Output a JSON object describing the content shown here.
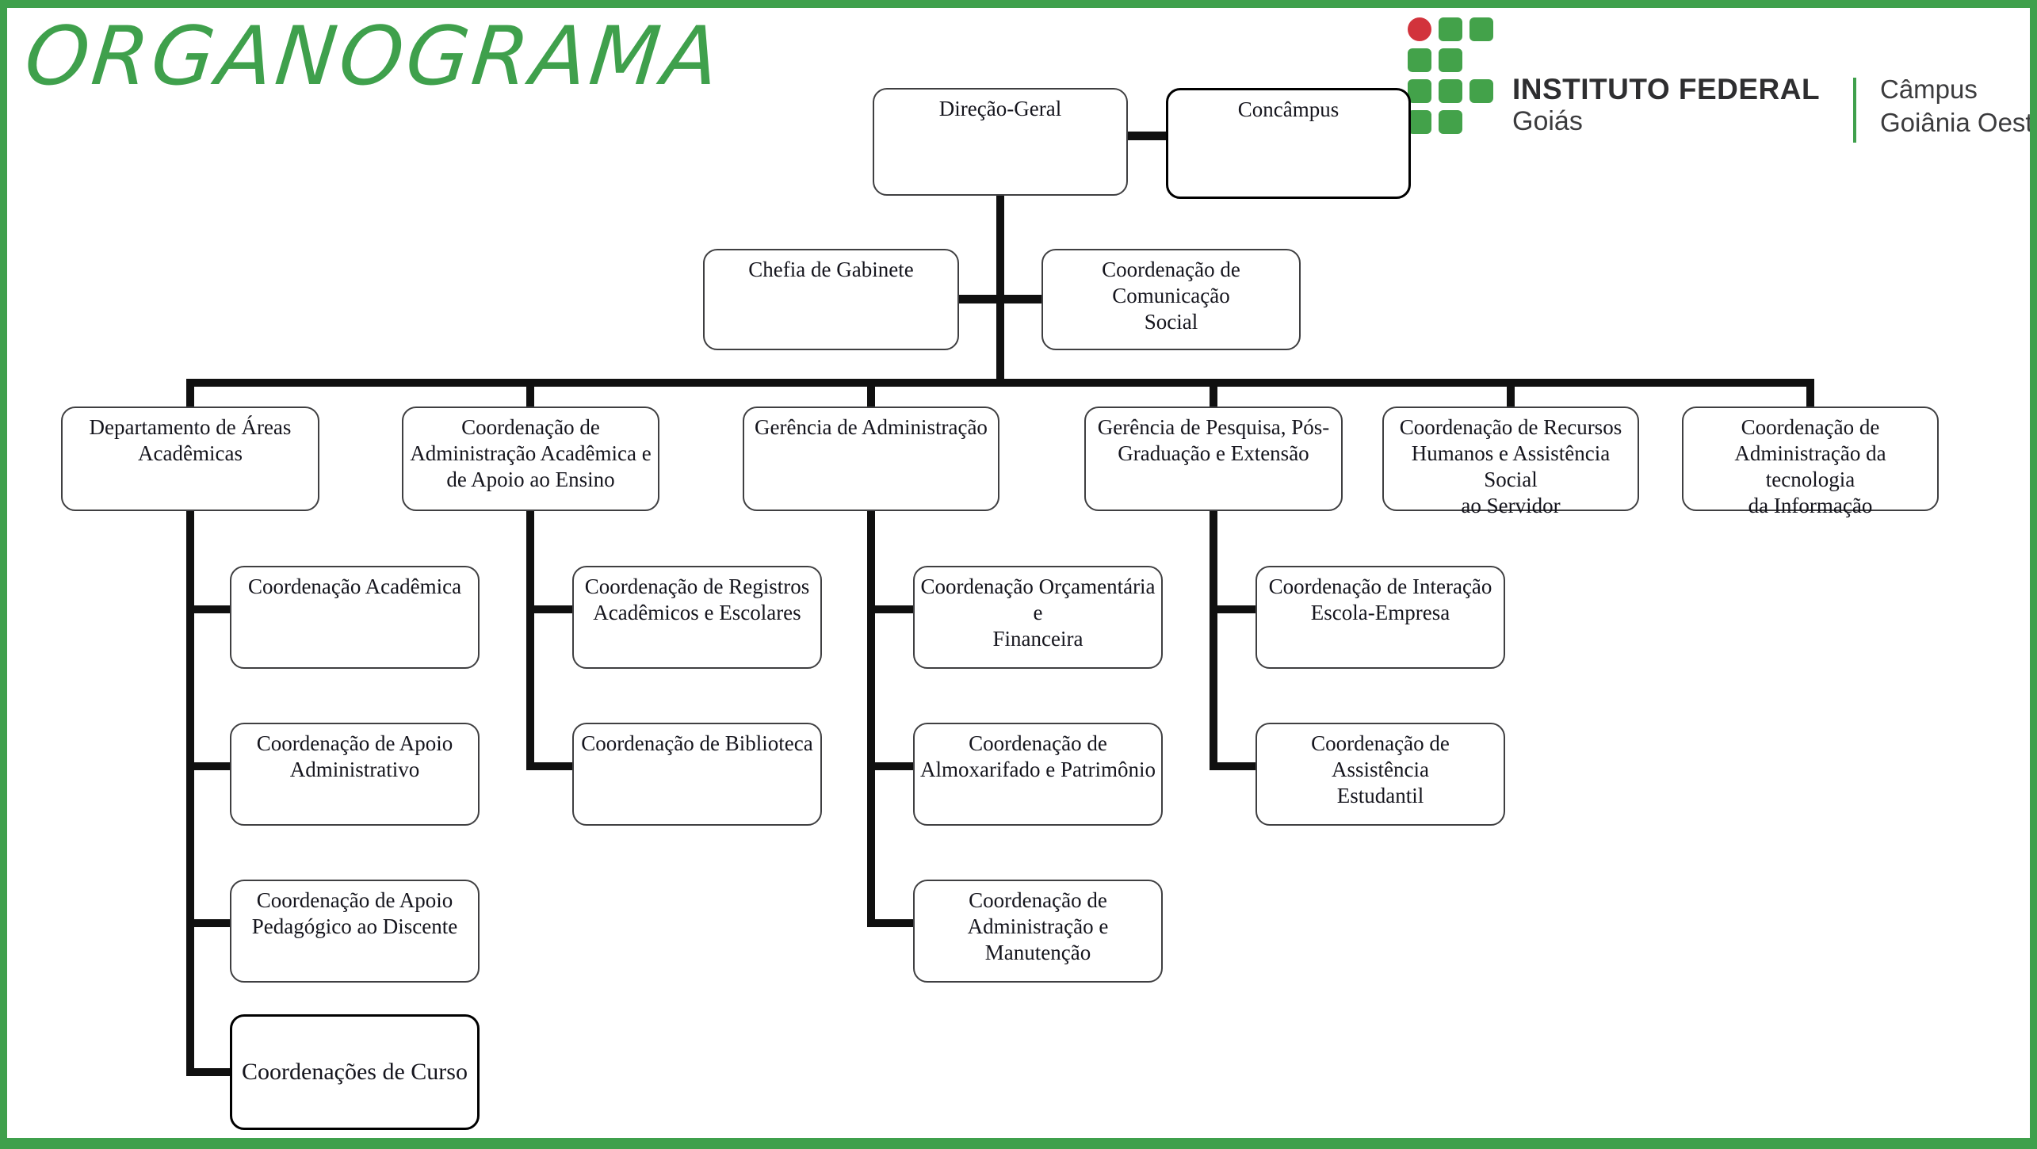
{
  "page": {
    "title": "ORGANOGRAMA",
    "frame_green": "#3FA04C",
    "line_black": "#101010"
  },
  "brand": {
    "institute": "INSTITUTO FEDERAL",
    "unit": "Goiás",
    "campus_label": "Câmpus",
    "campus_name": "Goiânia Oeste",
    "logo_green": "#43A24A",
    "logo_red": "#D2333C"
  },
  "org": {
    "root": {
      "label": "Direção-Geral"
    },
    "council": {
      "label": "Concâmpus"
    },
    "staff": [
      {
        "label": "Chefia de Gabinete"
      },
      {
        "label": "Coordenação de Comunicação\nSocial"
      }
    ],
    "branches": [
      {
        "label": "Departamento de Áreas\nAcadêmicas",
        "children": [
          "Coordenação Acadêmica",
          "Coordenação de Apoio\nAdministrativo",
          "Coordenação de Apoio\nPedagógico ao Discente",
          "Coordenações de Curso"
        ]
      },
      {
        "label": "Coordenação de\nAdministração Acadêmica e\nde Apoio ao Ensino",
        "children": [
          "Coordenação de Registros\nAcadêmicos e Escolares",
          "Coordenação de Biblioteca"
        ]
      },
      {
        "label": "Gerência de Administração",
        "children": [
          "Coordenação Orçamentária e\nFinanceira",
          "Coordenação de\nAlmoxarifado e Patrimônio",
          "Coordenação de\nAdministração e Manutenção"
        ]
      },
      {
        "label": "Gerência de Pesquisa, Pós-\nGraduação e Extensão",
        "children": [
          "Coordenação de Interação\nEscola-Empresa",
          "Coordenação de Assistência\nEstudantil"
        ]
      },
      {
        "label": "Coordenação de Recursos\nHumanos e Assistência Social\nao Servidor",
        "children": []
      },
      {
        "label": "Coordenação de\nAdministração da tecnologia\nda Informação",
        "children": []
      }
    ]
  }
}
